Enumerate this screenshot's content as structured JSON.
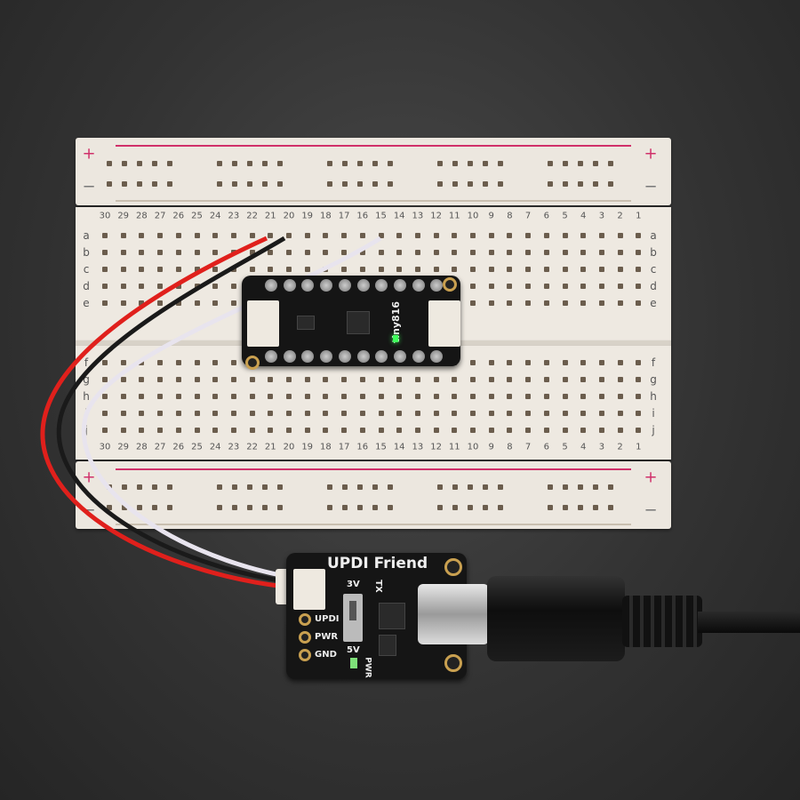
{
  "breadboard": {
    "columns": [
      30,
      29,
      28,
      27,
      26,
      25,
      24,
      23,
      22,
      21,
      20,
      19,
      18,
      17,
      16,
      15,
      14,
      13,
      12,
      11,
      10,
      9,
      8,
      7,
      6,
      5,
      4,
      3,
      2,
      1
    ],
    "rows_top": [
      "a",
      "b",
      "c",
      "d",
      "e"
    ],
    "rows_bottom": [
      "f",
      "g",
      "h",
      "i",
      "j"
    ],
    "plus": "+",
    "minus": "−",
    "rail_colors": {
      "positive": "#d0306a",
      "negative": "#c9bfb0"
    }
  },
  "attiny_board": {
    "chip_label": "tiny816",
    "led_color": "#3dff5a"
  },
  "updi_friend": {
    "title": "UPDI Friend",
    "switch_top": "3V",
    "switch_bottom": "5V",
    "tx_label": "TX",
    "pins": [
      "UPDI",
      "PWR",
      "GND"
    ],
    "pwr_led_label": "PWR"
  },
  "wires": [
    {
      "color": "#e0201c"
    },
    {
      "color": "#1a1a1a"
    },
    {
      "color": "#e8e4ee"
    }
  ]
}
